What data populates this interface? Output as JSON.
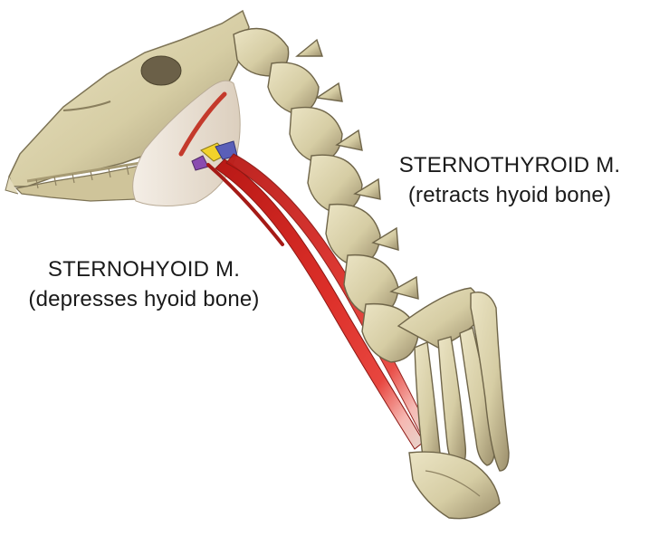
{
  "labels": {
    "sternothyroid": {
      "name": "STERNOTHYROID M.",
      "function": "(retracts hyoid bone)"
    },
    "sternohyoid": {
      "name": "STERNOHYOID M.",
      "function": "(depresses hyoid bone)"
    }
  },
  "colors": {
    "background": "#ffffff",
    "bone": "#d9d1aa",
    "bone_shadow": "#8f8463",
    "muscle": "#d42a26",
    "muscle_highlight": "#f3a19c",
    "cartilage": "#ece3d6",
    "hyoid_yellow": "#f2d22a",
    "hyoid_blue": "#5a5fb8"
  }
}
